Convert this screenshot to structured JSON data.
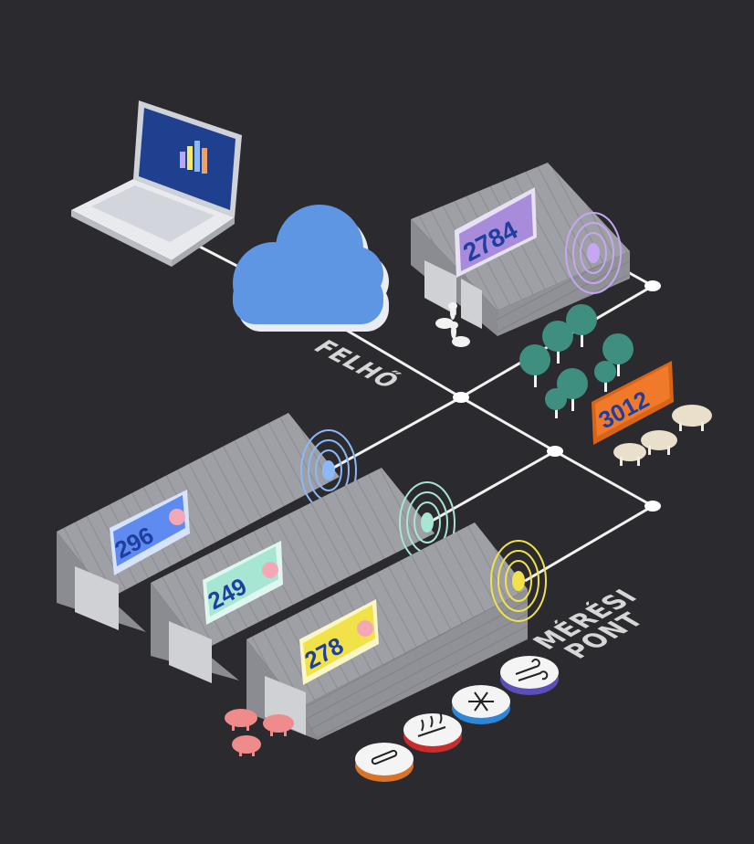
{
  "labels": {
    "cloud": "FELHŐ",
    "measure_line1": "MÉRÉSI",
    "measure_line2": "PONT"
  },
  "barns": {
    "goose_barn": {
      "count": "2784"
    },
    "sheep_pasture": {
      "count": "3012"
    },
    "pig_barn_1": {
      "count": "296"
    },
    "pig_barn_2": {
      "count": "249"
    },
    "pig_barn_3": {
      "count": "278"
    }
  },
  "sensors": [
    {
      "icon": "thermometer-icon"
    },
    {
      "icon": "heat-waves-icon"
    },
    {
      "icon": "snowflake-icon"
    },
    {
      "icon": "wind-icon"
    }
  ],
  "colors": {
    "background": "#2b2a2e",
    "purple": "#a98bdc",
    "orange": "#f07a2a",
    "blue": "#5f8bf0",
    "mint": "#a6e6d2",
    "yellow": "#f2e24a",
    "cloud_blue": "#5e96e4",
    "tree_green": "#3f8f80"
  }
}
